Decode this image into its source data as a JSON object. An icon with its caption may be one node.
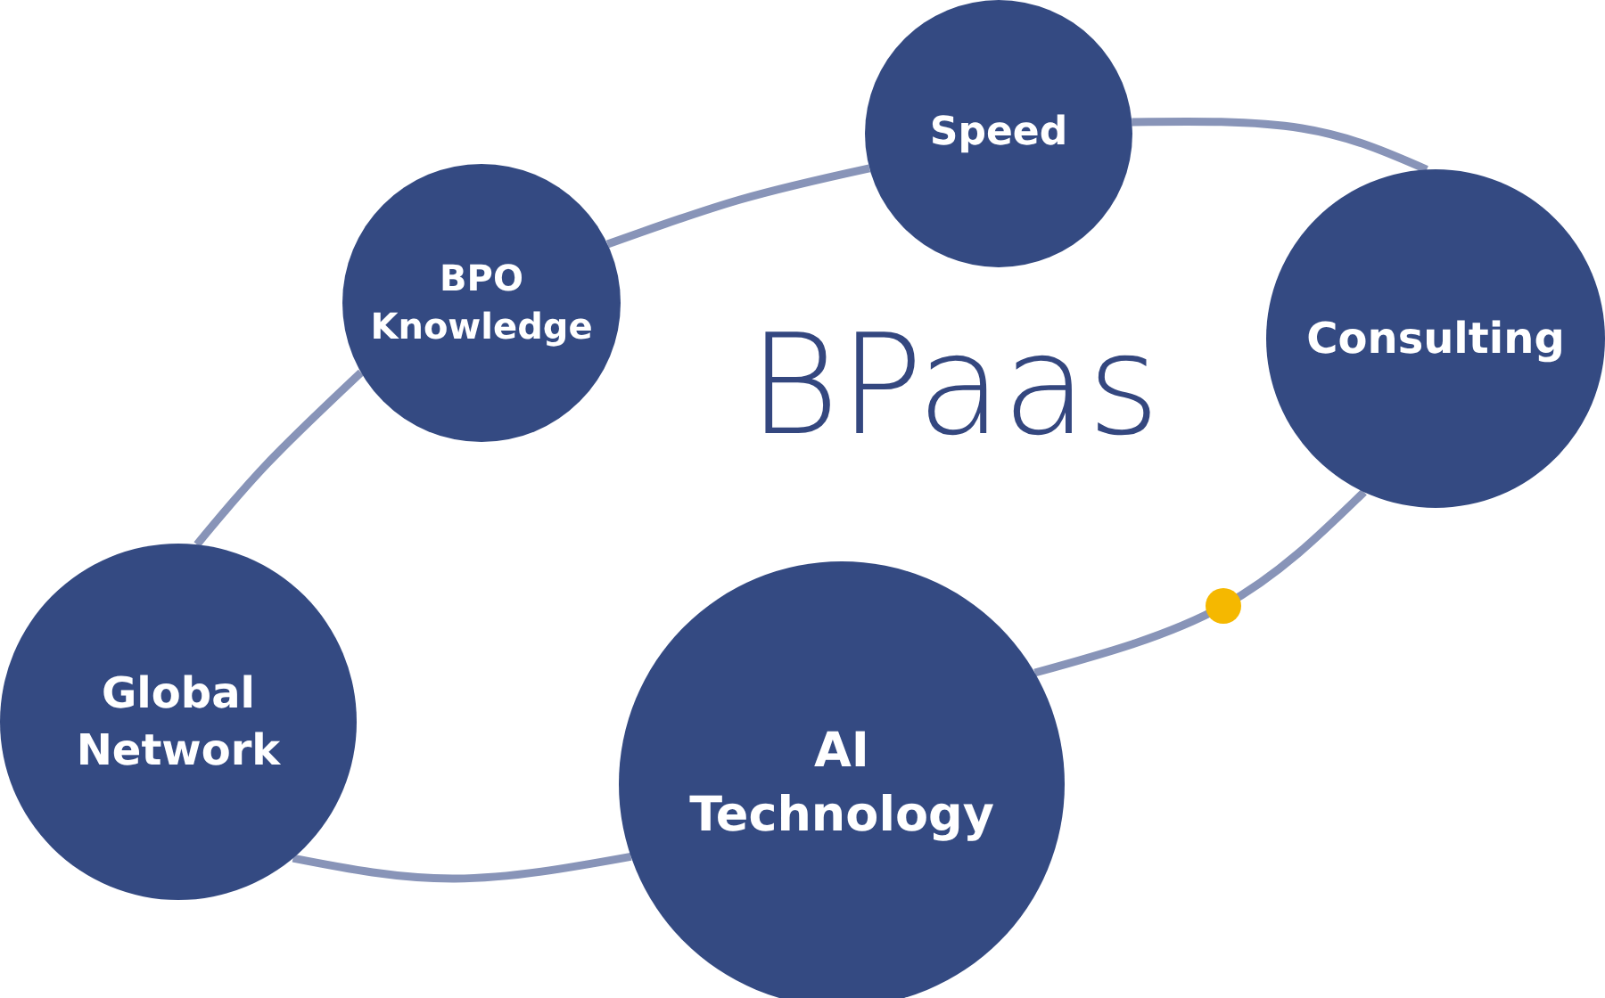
{
  "diagram": {
    "title": "BPaas",
    "nodes": [
      {
        "text": [
          "Speed"
        ]
      },
      {
        "text": [
          "BPO Knowledge"
        ]
      },
      {
        "text": [
          "Consulting"
        ]
      },
      {
        "text": [
          "Global Network"
        ]
      },
      {
        "text": [
          "AI Technology"
        ]
      }
    ],
    "edges": [
      {
        "from": 1,
        "to": 0,
        "arrow": "none"
      },
      {
        "from": 0,
        "to": 2,
        "arrow": "none"
      },
      {
        "from": 2,
        "to": 4,
        "arrow": "none"
      },
      {
        "from": 4,
        "to": 3,
        "arrow": "none"
      },
      {
        "from": 3,
        "to": 1,
        "arrow": "none"
      }
    ]
  }
}
